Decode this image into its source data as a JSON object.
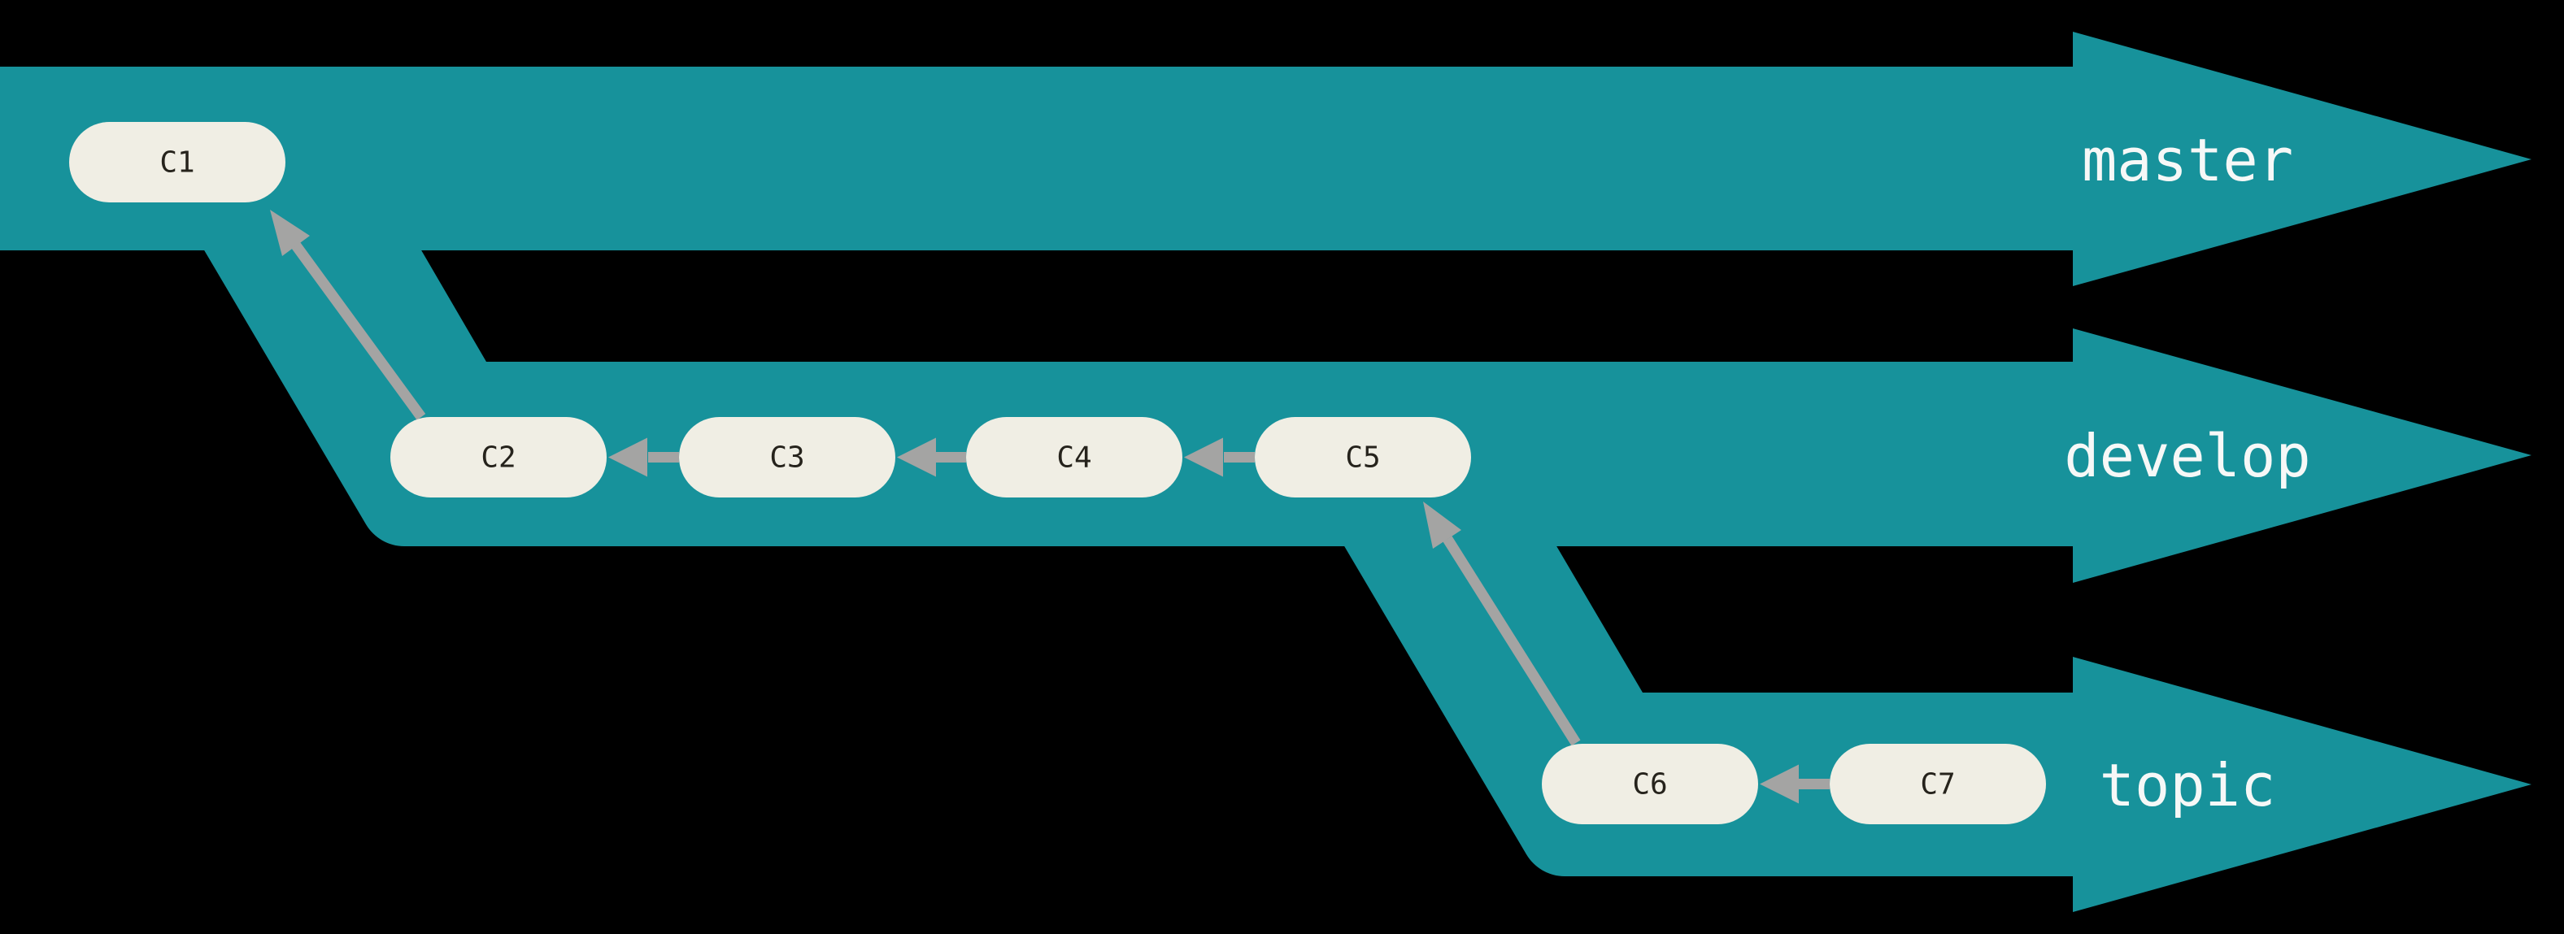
{
  "diagram_title": "git-branching-diagram",
  "branches": [
    {
      "label": "master",
      "commits": [
        "C1"
      ]
    },
    {
      "label": "develop",
      "commits": [
        "C2",
        "C3",
        "C4",
        "C5"
      ]
    },
    {
      "label": "topic",
      "commits": [
        "C6",
        "C7"
      ]
    }
  ],
  "commits": [
    {
      "id": "C1",
      "branch": "master"
    },
    {
      "id": "C2",
      "branch": "develop",
      "parent": "C1"
    },
    {
      "id": "C3",
      "branch": "develop",
      "parent": "C2"
    },
    {
      "id": "C4",
      "branch": "develop",
      "parent": "C3"
    },
    {
      "id": "C5",
      "branch": "develop",
      "parent": "C4"
    },
    {
      "id": "C6",
      "branch": "topic",
      "parent": "C5"
    },
    {
      "id": "C7",
      "branch": "topic",
      "parent": "C6"
    }
  ],
  "edges": [
    {
      "from": "C2",
      "to": "C1"
    },
    {
      "from": "C3",
      "to": "C2"
    },
    {
      "from": "C4",
      "to": "C3"
    },
    {
      "from": "C5",
      "to": "C4"
    },
    {
      "from": "C6",
      "to": "C5"
    },
    {
      "from": "C7",
      "to": "C6"
    }
  ],
  "colors": {
    "background": "#000000",
    "band": "#17929B",
    "node_fill": "#F0EEE4",
    "arrow": "#A4A4A3",
    "commit_text": "#26231C",
    "branch_text": "#F6F8F7"
  }
}
